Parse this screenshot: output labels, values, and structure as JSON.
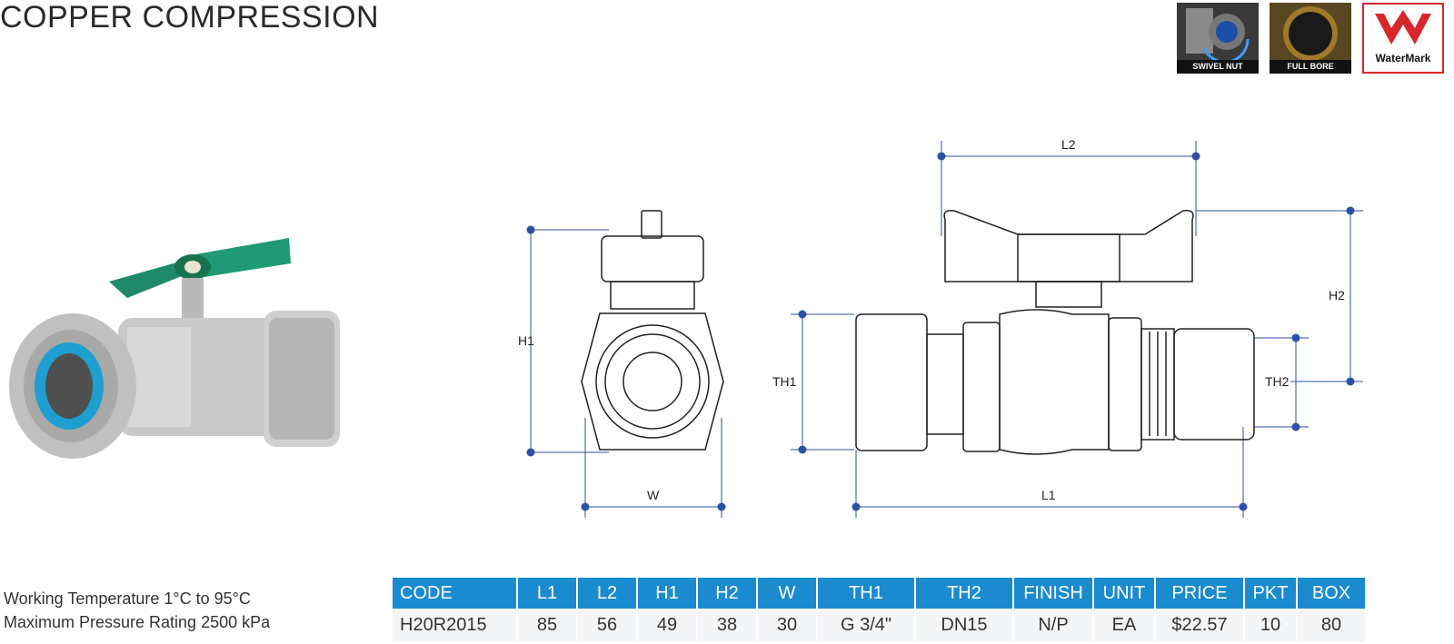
{
  "title": "COPPER COMPRESSION",
  "badges": [
    {
      "label": "SWIVEL NUT",
      "icon": "swivel-nut-icon"
    },
    {
      "label": "FULL BORE",
      "icon": "full-bore-icon"
    },
    {
      "label": "WaterMark",
      "icon": "watermark-logo-icon"
    }
  ],
  "dimensions": {
    "h1": "H1",
    "w": "W",
    "l2": "L2",
    "h2": "H2",
    "th1": "TH1",
    "th2": "TH2",
    "l1": "L1"
  },
  "specs": {
    "temp": "Working Temperature  1°C to 95°C",
    "pressure": "Maximum Pressure Rating  2500 kPa"
  },
  "table": {
    "headers": [
      "CODE",
      "L1",
      "L2",
      "H1",
      "H2",
      "W",
      "TH1",
      "TH2",
      "FINISH",
      "UNIT",
      "PRICE",
      "PKT",
      "BOX"
    ],
    "row": [
      "H20R2015",
      "85",
      "56",
      "49",
      "38",
      "30",
      "G 3/4\"",
      "DN15",
      "N/P",
      "EA",
      "$22.57",
      "10",
      "80"
    ]
  },
  "colors": {
    "accent": "#1b8bd0",
    "handle": "#1e8a6a",
    "dimension_line": "#2d4fa8",
    "watermark_red": "#d9262d"
  }
}
